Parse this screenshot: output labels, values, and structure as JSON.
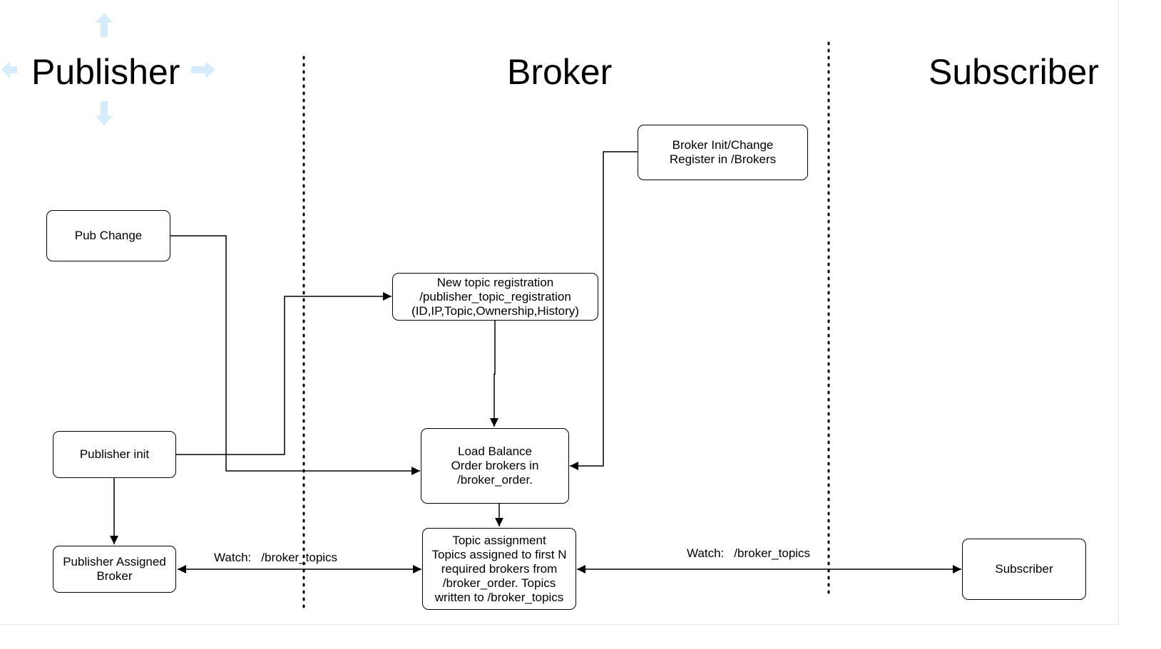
{
  "lanes": {
    "publisher": "Publisher",
    "broker": "Broker",
    "subscriber": "Subscriber"
  },
  "nodes": {
    "pub_change": [
      "Pub Change"
    ],
    "publisher_init": [
      "Publisher init"
    ],
    "publisher_assigned": [
      "Publisher Assigned",
      "Broker"
    ],
    "broker_init": [
      "Broker Init/Change",
      "Register in /Brokers"
    ],
    "new_topic": [
      "New topic registration",
      "/publisher_topic_registration",
      "(ID,IP,Topic,Ownership,History)"
    ],
    "load_balance": [
      "Load Balance",
      "Order brokers in",
      "/broker_order."
    ],
    "topic_assignment": [
      "Topic assignment",
      "Topics assigned to first N",
      "required brokers from",
      "/broker_order. Topics",
      "written to /broker_topics"
    ],
    "subscriber": [
      "Subscriber"
    ]
  },
  "edge_labels": {
    "publisher_watch": {
      "prefix": "Watch:",
      "path": "/broker_topics"
    },
    "subscriber_watch": {
      "prefix": "Watch:",
      "path": "/broker_topics"
    }
  },
  "colors": {
    "line": "#000000",
    "selection_hint": "#d6ecfb"
  },
  "icons": {
    "selection_hints": "move-arrows-icon"
  }
}
